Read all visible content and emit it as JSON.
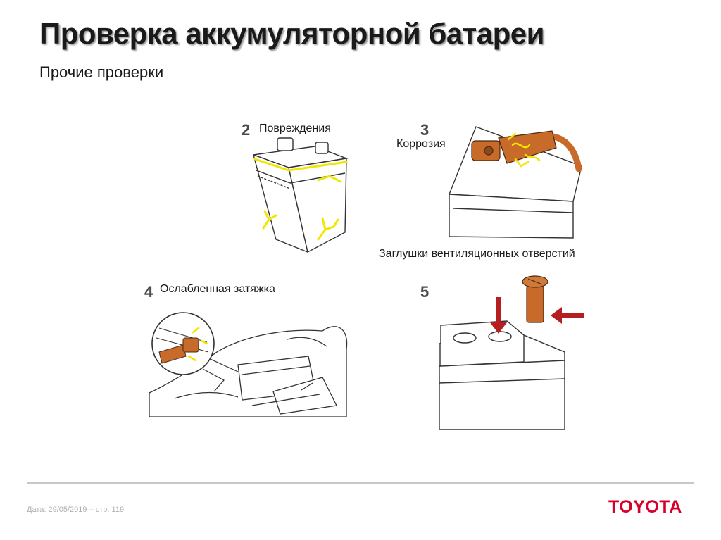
{
  "slide": {
    "title": "Проверка аккумуляторной батареи",
    "subtitle": "Прочие проверки"
  },
  "checks": [
    {
      "number": "2",
      "label": "Повреждения",
      "icon": "damaged-battery"
    },
    {
      "number": "3",
      "label": "Коррозия",
      "icon": "corroded-terminal"
    },
    {
      "number": "4",
      "label": "Ослабленная затяжка",
      "icon": "loose-clamp-engine-bay"
    },
    {
      "number": "5",
      "label": "Заглушки вентиляционных отверстий",
      "icon": "vent-plug"
    }
  ],
  "footer": {
    "date": "Дата: 29/05/2019 – стр.  119",
    "logo": "TOYOTA"
  },
  "colors": {
    "damage_highlight": "#f2e600",
    "terminal": "#c86a2a",
    "arrow": "#b51f1f",
    "brand": "#d8002a"
  }
}
